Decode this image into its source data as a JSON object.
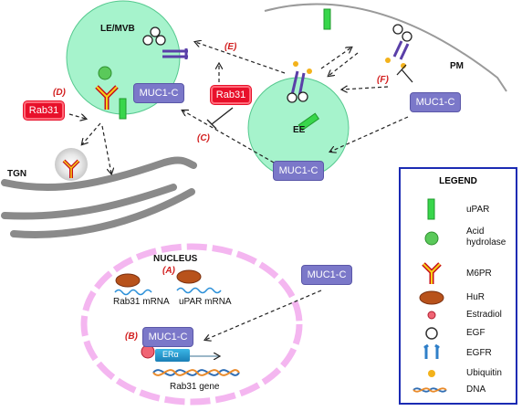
{
  "compartments": {
    "le_mvb": "LE/MVB",
    "ee": "EE",
    "pm": "PM",
    "tgn": "TGN",
    "nucleus": "NUCLEUS"
  },
  "proteins": {
    "muc1c": "MUC1-C",
    "rab31": "Rab31",
    "er_alpha": "ERα"
  },
  "steps": {
    "a": "(A)",
    "b": "(B)",
    "c": "(C)",
    "d": "(D)",
    "e": "(E)",
    "f": "(F)"
  },
  "nucleus_labels": {
    "rab31_mrna": "Rab31 mRNA",
    "upar_mrna": "uPAR mRNA",
    "rab31_gene": "Rab31 gene"
  },
  "legend": {
    "title": "LEGEND",
    "items": [
      {
        "label": "uPAR",
        "icon": "upar-bar-icon"
      },
      {
        "label": "Acid hydrolase",
        "icon": "acid-hydrolase-circle-icon"
      },
      {
        "label": "M6PR",
        "icon": "m6pr-y-icon"
      },
      {
        "label": "HuR",
        "icon": "hur-ellipse-icon"
      },
      {
        "label": "Estradiol",
        "icon": "estradiol-dot-icon"
      },
      {
        "label": "EGF",
        "icon": "egf-ring-icon"
      },
      {
        "label": "EGFR",
        "icon": "egfr-receptor-icon"
      },
      {
        "label": "Ubiquitin",
        "icon": "ubiquitin-dot-icon"
      },
      {
        "label": "DNA",
        "icon": "dna-helix-icon"
      }
    ]
  },
  "colors": {
    "organelle": "#a6f3cc",
    "muc1c": "#7b78c9",
    "rab31": "#e8102a",
    "step_label": "#d21f1f",
    "upar": "#38d64b",
    "hur": "#b8521b",
    "nucleus_border": "#f4b6f0",
    "legend_border": "#1b2bb3",
    "tgn": "#8a8a8a"
  }
}
